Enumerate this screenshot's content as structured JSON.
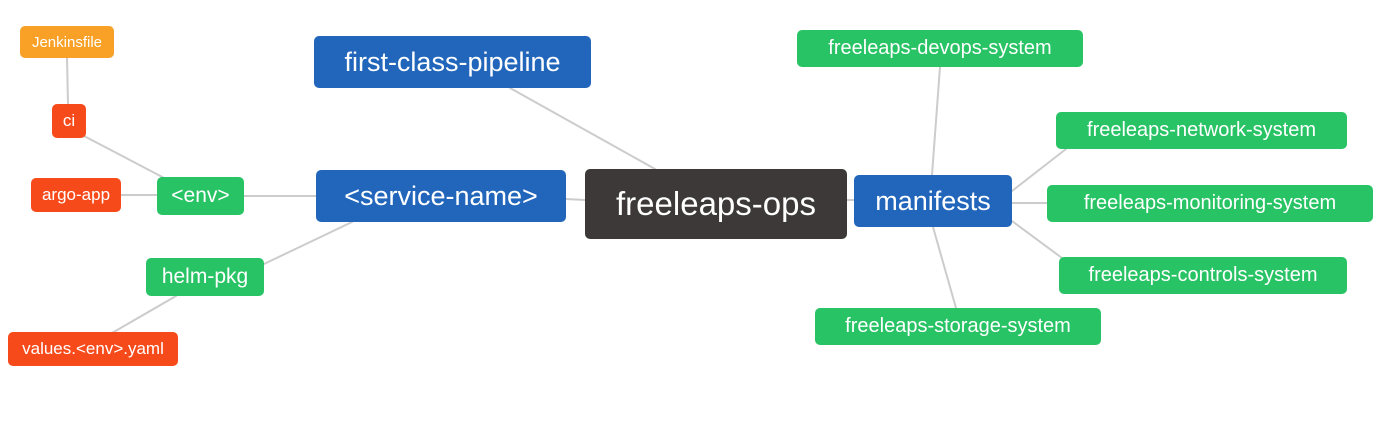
{
  "diagram": {
    "type": "mindmap",
    "root": "freeleaps-ops",
    "colors": {
      "root": "#3d3939",
      "branch": "#2166bb",
      "leaf_green": "#28c364",
      "leaf_red": "#f74a1a",
      "leaf_orange": "#f9a126",
      "edge": "#cccccc",
      "text": "#ffffff",
      "background": "#ffffff"
    },
    "nodes": {
      "jenkinsfile": {
        "label": "Jenkinsfile",
        "role": "leaf_orange"
      },
      "ci": {
        "label": "ci",
        "role": "leaf_red"
      },
      "argo_app": {
        "label": "argo-app",
        "role": "leaf_red"
      },
      "env": {
        "label": "<env>",
        "role": "leaf_green"
      },
      "helm_pkg": {
        "label": "helm-pkg",
        "role": "leaf_green"
      },
      "values_env_yaml": {
        "label": "values.<env>.yaml",
        "role": "leaf_red"
      },
      "first_class_pipeline": {
        "label": "first-class-pipeline",
        "role": "branch"
      },
      "service_name": {
        "label": "<service-name>",
        "role": "branch"
      },
      "freeleaps_ops": {
        "label": "freeleaps-ops",
        "role": "root"
      },
      "manifests": {
        "label": "manifests",
        "role": "branch"
      },
      "devops_system": {
        "label": "freeleaps-devops-system",
        "role": "leaf_green"
      },
      "network_system": {
        "label": "freeleaps-network-system",
        "role": "leaf_green"
      },
      "monitoring_system": {
        "label": "freeleaps-monitoring-system",
        "role": "leaf_green"
      },
      "controls_system": {
        "label": "freeleaps-controls-system",
        "role": "leaf_green"
      },
      "storage_system": {
        "label": "freeleaps-storage-system",
        "role": "leaf_green"
      }
    },
    "edges": [
      {
        "from": "jenkinsfile",
        "to": "ci"
      },
      {
        "from": "ci",
        "to": "env"
      },
      {
        "from": "argo_app",
        "to": "env"
      },
      {
        "from": "env",
        "to": "service_name"
      },
      {
        "from": "service_name",
        "to": "helm_pkg"
      },
      {
        "from": "helm_pkg",
        "to": "values_env_yaml"
      },
      {
        "from": "first_class_pipeline",
        "to": "freeleaps_ops"
      },
      {
        "from": "service_name",
        "to": "freeleaps_ops"
      },
      {
        "from": "freeleaps_ops",
        "to": "manifests"
      },
      {
        "from": "manifests",
        "to": "devops_system"
      },
      {
        "from": "manifests",
        "to": "network_system"
      },
      {
        "from": "manifests",
        "to": "monitoring_system"
      },
      {
        "from": "manifests",
        "to": "controls_system"
      },
      {
        "from": "manifests",
        "to": "storage_system"
      }
    ]
  }
}
